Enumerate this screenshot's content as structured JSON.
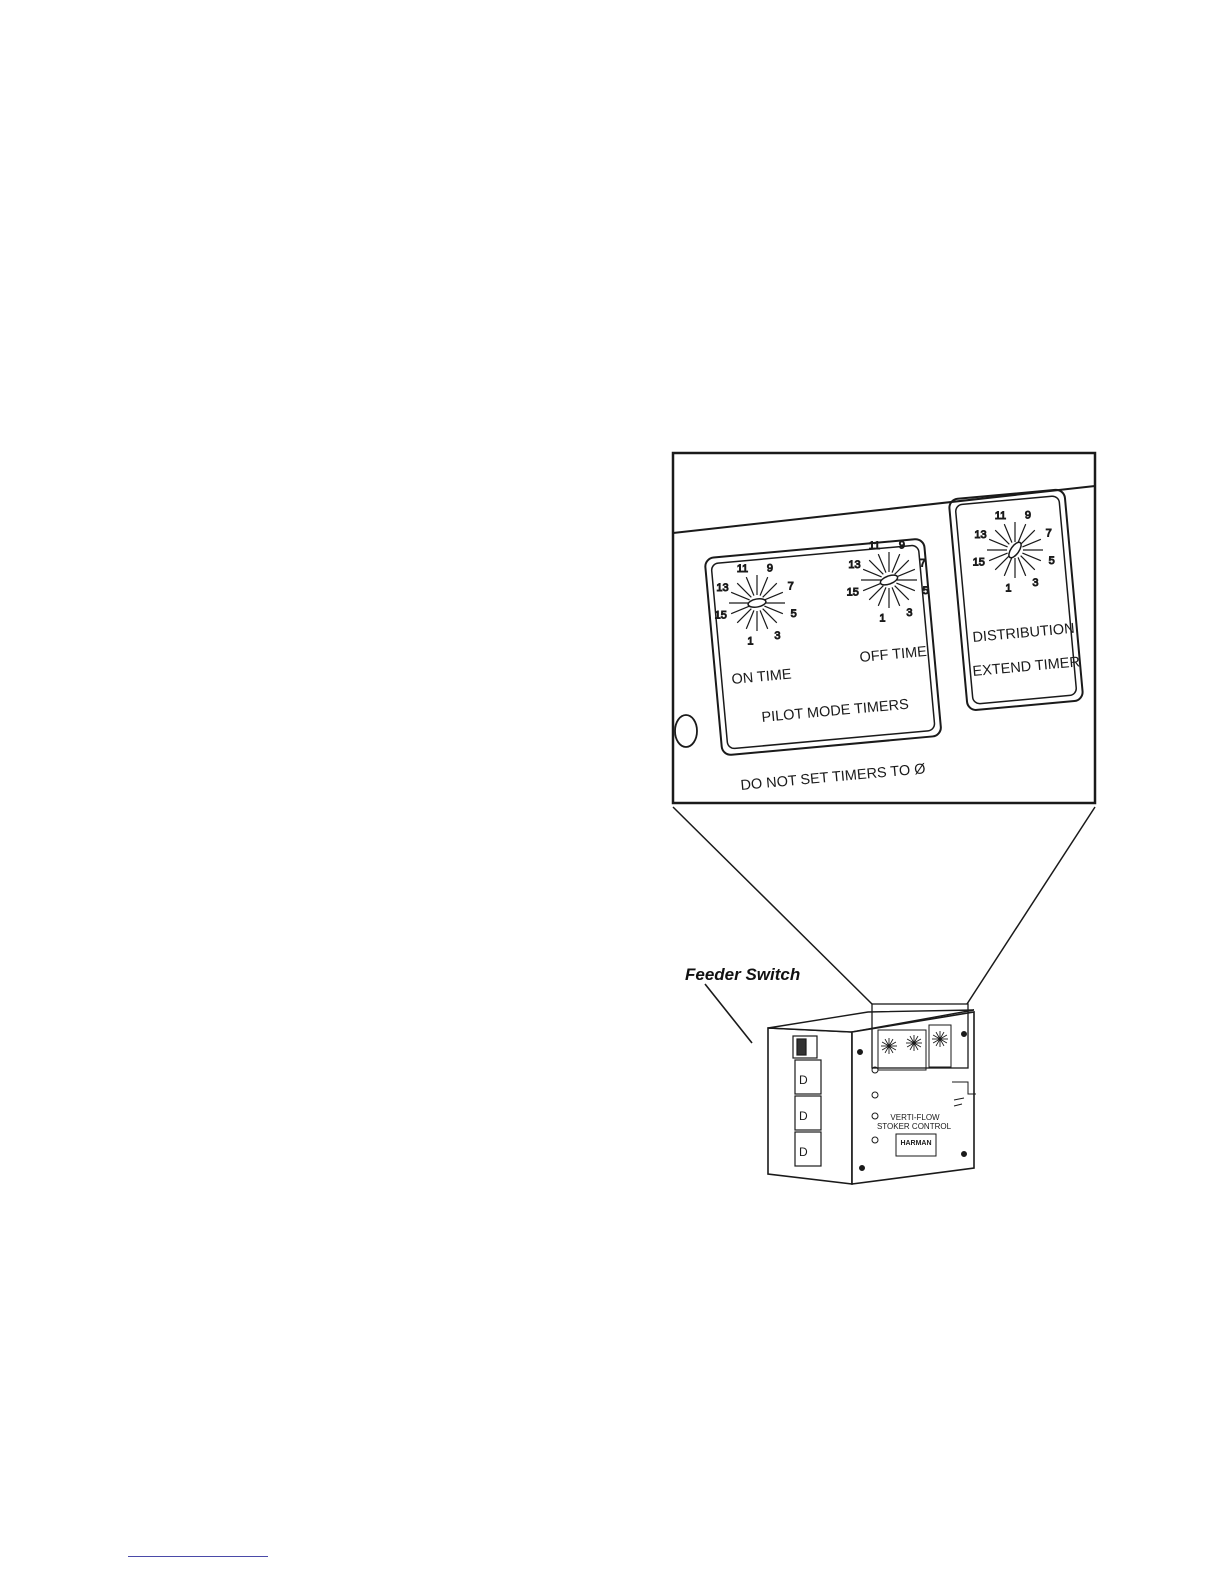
{
  "detail": {
    "pilot_group_label": "PILOT MODE TIMERS",
    "on_time_label": "ON TIME",
    "off_time_label": "OFF TIME",
    "distribution_label": "DISTRIBUTION",
    "extend_timer_label": "EXTEND TIMER",
    "warning": "DO NOT SET TIMERS TO Ø",
    "dial_scale": [
      "1",
      "3",
      "5",
      "7",
      "9",
      "11",
      "13",
      "15"
    ]
  },
  "callout": {
    "feeder_switch_label": "Feeder Switch"
  },
  "unit": {
    "name_line1": "VERTI-FLOW",
    "name_line2": "STOKER CONTROL",
    "logo_text": "HARMAN"
  },
  "colors": {
    "ink": "#1a1a1a",
    "footnote_rule": "#4a4aa8"
  }
}
